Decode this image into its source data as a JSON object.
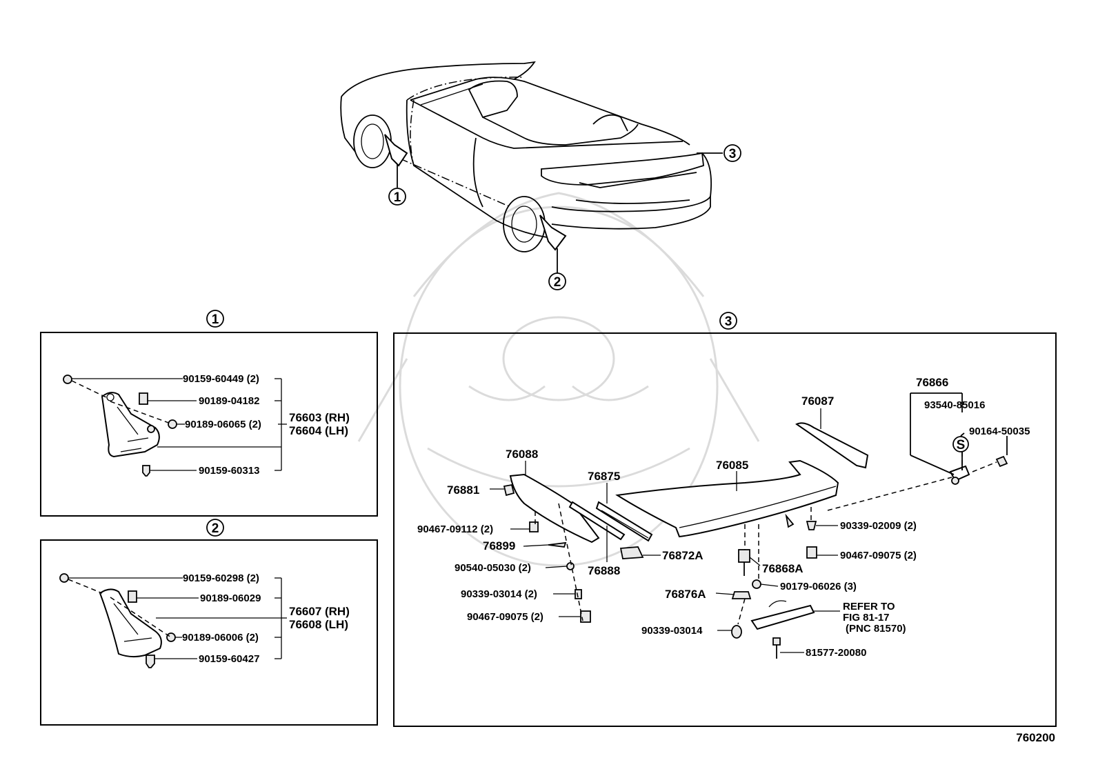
{
  "callouts": {
    "one": "1",
    "two": "2",
    "three": "3",
    "s": "S"
  },
  "figure_number": "760200",
  "section1": {
    "parts": [
      {
        "label": "90159-60449 (2)"
      },
      {
        "label": "90189-04182"
      },
      {
        "label": "90189-06065 (2)"
      },
      {
        "label": "90159-60313"
      }
    ],
    "assembly": [
      "76603 (RH)",
      "76604 (LH)"
    ]
  },
  "section2": {
    "parts": [
      {
        "label": "90159-60298 (2)"
      },
      {
        "label": "90189-06029"
      },
      {
        "label": "90189-06006 (2)"
      },
      {
        "label": "90159-60427"
      }
    ],
    "assembly": [
      "76607 (RH)",
      "76608 (LH)"
    ]
  },
  "section3": {
    "labels": {
      "p76866": "76866",
      "p93540": "93540-85016",
      "p90164": "90164-50035",
      "p76087": "76087",
      "p76085": "76085",
      "p76088": "76088",
      "p76875": "76875",
      "p76881": "76881",
      "p90467_09112": "90467-09112 (2)",
      "p76899": "76899",
      "p90540": "90540-05030 (2)",
      "p90339_03014_2": "90339-03014 (2)",
      "p90467_09075_left": "90467-09075 (2)",
      "p76888": "76888",
      "p76872A": "76872A",
      "p76868A": "76868A",
      "p90339_02009": "90339-02009 (2)",
      "p90467_09075_right": "90467-09075 (2)",
      "p90179": "90179-06026 (3)",
      "p76876A": "76876A",
      "p90339_03014": "90339-03014",
      "p81577": "81577-20080",
      "refer1": "REFER TO",
      "refer2": "FIG 81-17",
      "refer3": "(PNC 81570)"
    }
  }
}
